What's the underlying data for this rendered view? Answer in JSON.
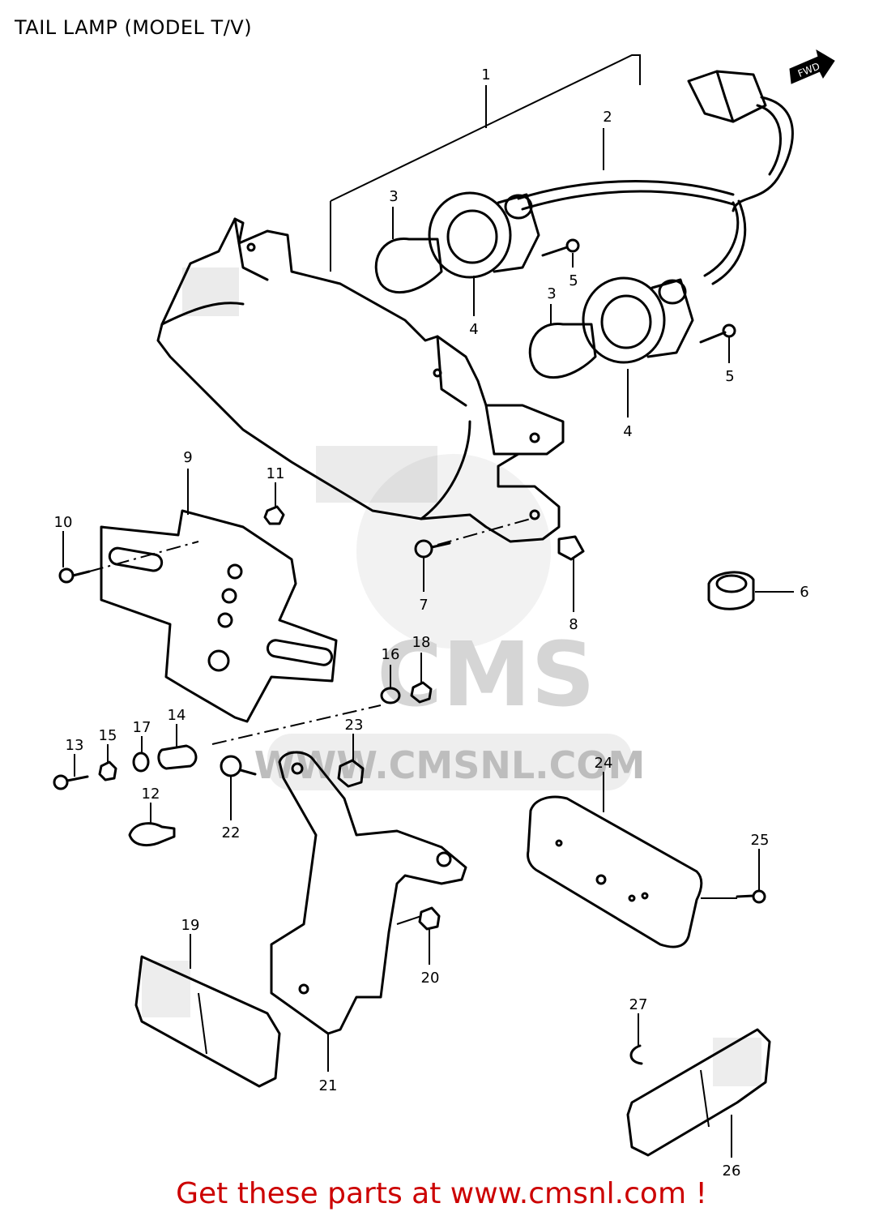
{
  "title": "TAIL LAMP (MODEL T/V)",
  "fwd_label": "FWD",
  "footer": "Get these parts at www.cmsnl.com !",
  "watermark": {
    "brand": "CMS",
    "url": "WWW.CMSNL.COM"
  },
  "callouts": [
    "1",
    "2",
    "3",
    "3",
    "4",
    "4",
    "5",
    "5",
    "6",
    "7",
    "8",
    "9",
    "10",
    "11",
    "12",
    "13",
    "14",
    "15",
    "16",
    "17",
    "18",
    "19",
    "20",
    "21",
    "22",
    "23",
    "24",
    "25",
    "26",
    "27"
  ],
  "colors": {
    "footer": "#cc0000",
    "line": "#000000",
    "watermark": "#d5d5d5"
  }
}
